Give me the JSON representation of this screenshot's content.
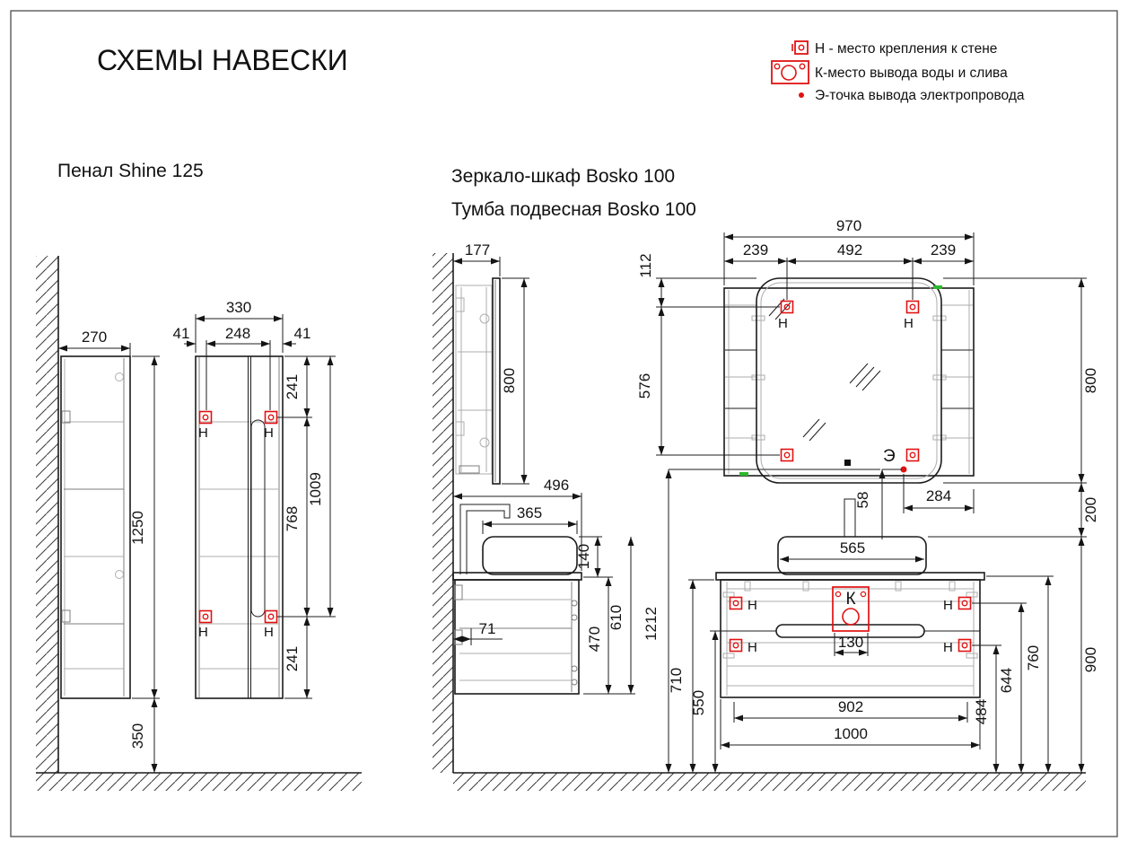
{
  "page": {
    "title": "СХЕМЫ НАВЕСКИ"
  },
  "legend": {
    "items": [
      {
        "icon": "wall-mount-icon",
        "label": "Н - место крепления к стене"
      },
      {
        "icon": "water-outlet-icon",
        "label": "К-место вывода воды и слива"
      },
      {
        "icon": "electric-point-icon",
        "label": "Э-точка вывода электропровода"
      }
    ]
  },
  "markers": {
    "mount": "Н",
    "water": "К",
    "electric": "Э"
  },
  "products": {
    "penal": {
      "name": "Пенал Shine 125",
      "dims": {
        "depth": "270",
        "height": "1250",
        "floor_clearance": "350",
        "width": "330",
        "left_offset": "41",
        "hole_span": "248",
        "right_offset": "41",
        "top_to_hole": "241",
        "hole_to_hole": "768",
        "top_to_lower_hole": "1009",
        "lower_hole_to_bottom": "241"
      }
    },
    "mirror": {
      "name": "Зеркало-шкаф Bosko 100",
      "dims": {
        "depth": "177",
        "height": "800",
        "width": "970",
        "left_to_hole": "239",
        "hole_span": "492",
        "hole_to_right": "239",
        "top_to_hole": "112",
        "hole_to_hole": "576",
        "electric_up": "58",
        "electric_to_right": "284",
        "gap_below": "200"
      }
    },
    "vanity": {
      "name": "Тумба подвесная Bosko 100",
      "dims": {
        "depth": "496",
        "basin_depth": "365",
        "basin_height": "140",
        "body_height": "470",
        "side_height": "610",
        "wall_gap": "71",
        "basin_width": "565",
        "drain_span": "130",
        "hole_span": "902",
        "width": "1000",
        "floor_to_lower_hole": "484",
        "floor_to_upper_hole": "644",
        "floor_to_top": "760",
        "floor_to_basin_top": "900",
        "floor_to_body_top": "710",
        "floor_to_handle": "550",
        "floor_to_electric": "1212"
      }
    }
  }
}
